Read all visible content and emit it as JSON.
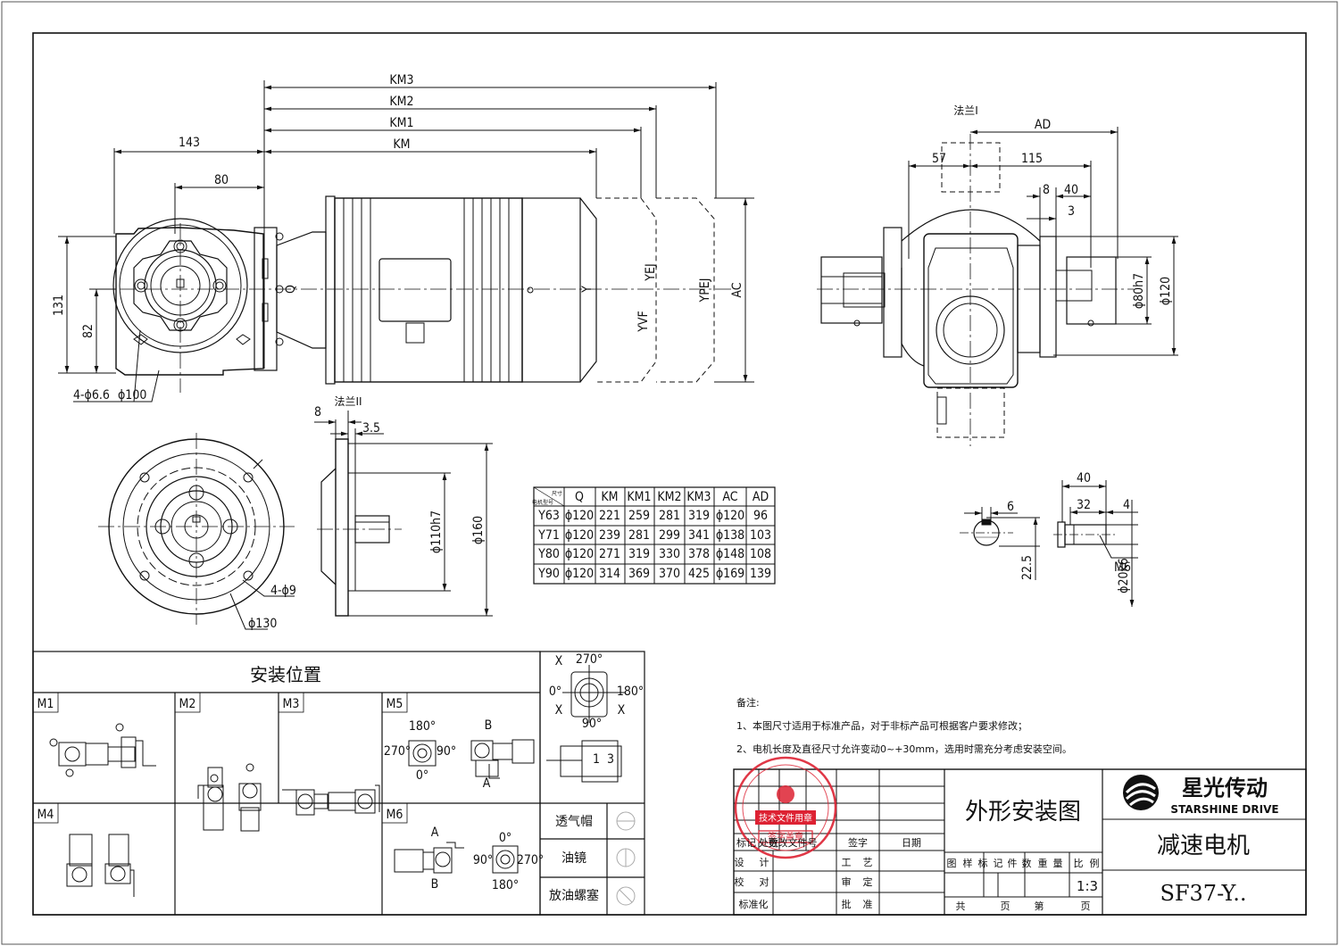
{
  "dims": {
    "km3": "KM3",
    "km2": "KM2",
    "km1": "KM1",
    "km": "KM",
    "d143": "143",
    "d80": "80",
    "d131": "131",
    "d82": "82",
    "holes_top": "4-ϕ6.6",
    "dia100": "ϕ100",
    "q": "Q",
    "y": "Y",
    "yvf": "YVF",
    "yej": "YEJ",
    "ypej": "YPEJ",
    "ac": "AC",
    "flange_label": "法兰I",
    "ad": "AD",
    "d57": "57",
    "d115": "115",
    "d8": "8",
    "d40": "40",
    "d3": "3",
    "dia80": "ϕ80h7",
    "dia120": "ϕ120",
    "flange2_label": "法兰II",
    "d8b": "8",
    "d35": "3.5",
    "dia110": "ϕ110h7",
    "dia160": "ϕ160",
    "holes_flange": "4-ϕ9",
    "dia130": "ϕ130",
    "k6": "6",
    "k225": "22.5",
    "s40": "40",
    "s32": "32",
    "s4": "4",
    "m6": "M6",
    "dia20": "ϕ20k6"
  },
  "table": {
    "corner_top": "尺寸",
    "corner_bottom": "电机型号",
    "headers": [
      "Q",
      "KM",
      "KM1",
      "KM2",
      "KM3",
      "AC",
      "AD"
    ],
    "rows": [
      [
        "Y63",
        "ϕ120",
        "221",
        "259",
        "281",
        "319",
        "ϕ120",
        "96"
      ],
      [
        "Y71",
        "ϕ120",
        "239",
        "281",
        "299",
        "341",
        "ϕ138",
        "103"
      ],
      [
        "Y80",
        "ϕ120",
        "271",
        "319",
        "330",
        "378",
        "ϕ148",
        "108"
      ],
      [
        "Y90",
        "ϕ120",
        "314",
        "369",
        "370",
        "425",
        "ϕ169",
        "139"
      ]
    ]
  },
  "mounting": {
    "title": "安装位置",
    "positions": [
      "M1",
      "M2",
      "M3",
      "M5",
      "M4",
      "M6"
    ],
    "m5_angles": [
      "180°",
      "270°",
      "90°",
      "0°"
    ],
    "m5_side": [
      "B",
      "A"
    ],
    "m6_angles": [
      "0°",
      "90°",
      "270°",
      "180°"
    ],
    "m6_side": [
      "A",
      "B"
    ]
  },
  "orient": {
    "a270": "270°",
    "a0": "0°",
    "a180": "180°",
    "a90": "90°",
    "x": "X",
    "motor_marks": [
      "1",
      "3"
    ]
  },
  "legend": {
    "items": [
      "透气帽",
      "油镜",
      "放油螺塞"
    ]
  },
  "notes": {
    "title": "备注:",
    "line1": "1、本图尺寸适用于标准产品，对于非标产品可根据客户要求修改；",
    "line2": "2、电机长度及直径尺寸允许变动0~+30mm，选用时需充分考虑安装空间。"
  },
  "titleblock": {
    "drawing_title": "外形安装图",
    "brand_cn": "星光传动",
    "brand_en": "STARSHINE DRIVE",
    "product": "减速电机",
    "model": "SF37-Y..",
    "scale": "1:3",
    "rev_headers": [
      "标记",
      "处数",
      "更改文件号",
      "签字",
      "日期"
    ],
    "labels_left": [
      "设",
      "计",
      "校",
      "对",
      "标准化"
    ],
    "labels_mid": [
      "工",
      "艺",
      "审",
      "定",
      "批",
      "准"
    ],
    "stage_headers": [
      "图",
      "样",
      "标",
      "记",
      "件",
      "数",
      "重",
      "量",
      "比",
      "例"
    ],
    "sheet": [
      "共",
      "页",
      "第",
      "页"
    ],
    "stamp_text": "技术文件用章",
    "stamp_sub": "签字盖章"
  }
}
